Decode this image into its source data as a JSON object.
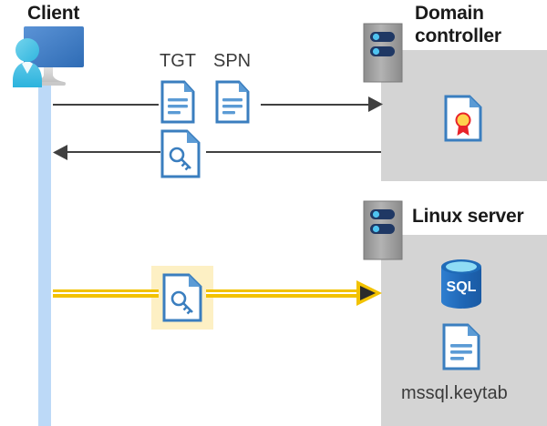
{
  "diagram": {
    "title": "Kerberos authentication flow between client, domain controller and Linux server",
    "colors": {
      "panel_gray": "#d4d4d4",
      "lifeline_blue": "#bcd9f7",
      "arrow_gray": "#404040",
      "arrow_yellow": "#f2c200",
      "highlight_yellow": "#fdf0c4",
      "doc_blue": "#3a7ebf",
      "sql_blue": "#1f6bb8",
      "server_gray": "#9b9b9b",
      "server_led_navy": "#1f3864"
    },
    "nodes": {
      "client": {
        "label": "Client",
        "icon": "user-computer-icon"
      },
      "domain_controller": {
        "label": "Domain\ncontroller",
        "label_line1": "Domain",
        "label_line2": "controller",
        "server_icon": "server-rack-icon",
        "contents": [
          {
            "icon": "certificate-document-icon",
            "label": ""
          }
        ]
      },
      "linux_server": {
        "label": "Linux server",
        "server_icon": "server-rack-icon",
        "contents": [
          {
            "icon": "sql-database-icon",
            "label": "SQL"
          },
          {
            "icon": "keytab-document-icon",
            "label": "mssql.keytab"
          }
        ]
      }
    },
    "flows": [
      {
        "id": "request",
        "direction": "client-to-domain-controller",
        "style": "gray-arrow",
        "artifacts": [
          {
            "label": "TGT",
            "icon": "document-lines-icon"
          },
          {
            "label": "SPN",
            "icon": "document-lines-icon"
          }
        ]
      },
      {
        "id": "response",
        "direction": "domain-controller-to-client",
        "style": "gray-arrow",
        "artifacts": [
          {
            "label": "",
            "icon": "key-document-icon"
          }
        ]
      },
      {
        "id": "ticket-presentation",
        "direction": "client-to-linux-server",
        "style": "yellow-arrow",
        "highlighted": true,
        "artifacts": [
          {
            "label": "",
            "icon": "key-document-icon"
          }
        ]
      }
    ]
  }
}
